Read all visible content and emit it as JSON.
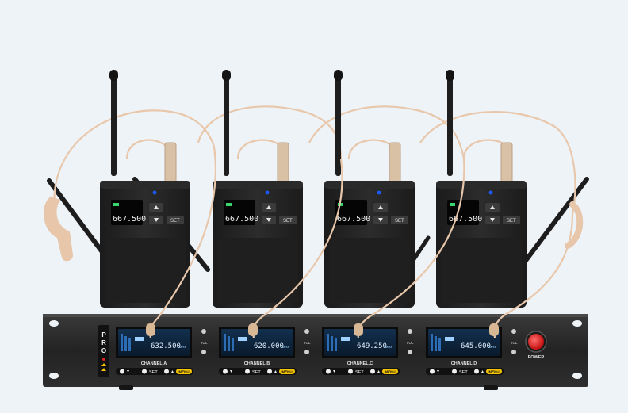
{
  "colors": {
    "background": "#eef3f8",
    "device_body": "#242424",
    "rack_panel": "#2b2b2b",
    "lcd_background": "#0d1f33",
    "lcd_blue": "#9fd0ff",
    "bodypack_lcd_green": "#39d46b",
    "cable_tan": "#e6c4a8",
    "power_red": "#e32222",
    "menu_yellow": "#f5c400",
    "status_blue": "#1a5cff"
  },
  "receiver": {
    "brand_vertical": "PRO",
    "power_label": "POWER",
    "vol_label": "VOL",
    "channels": [
      {
        "name": "CHANNEL.A",
        "frequency": "632.500",
        "unit": "MHz"
      },
      {
        "name": "CHANNEL.B",
        "frequency": "620.000",
        "unit": "MHz"
      },
      {
        "name": "CHANNEL.C",
        "frequency": "649.250",
        "unit": "MHz"
      },
      {
        "name": "CHANNEL.D",
        "frequency": "645.000",
        "unit": "MHz"
      }
    ],
    "button_set": "SET",
    "button_menu": "MENU"
  },
  "bodypacks": [
    {
      "frequency": "667.500",
      "button_set": "SET"
    },
    {
      "frequency": "667.500",
      "button_set": "SET"
    },
    {
      "frequency": "667.500",
      "button_set": "SET"
    },
    {
      "frequency": "667.500",
      "button_set": "SET"
    }
  ],
  "icons": [
    "antenna-icon",
    "headset-mic-icon",
    "up-arrow-icon",
    "down-arrow-icon",
    "power-button-icon"
  ]
}
